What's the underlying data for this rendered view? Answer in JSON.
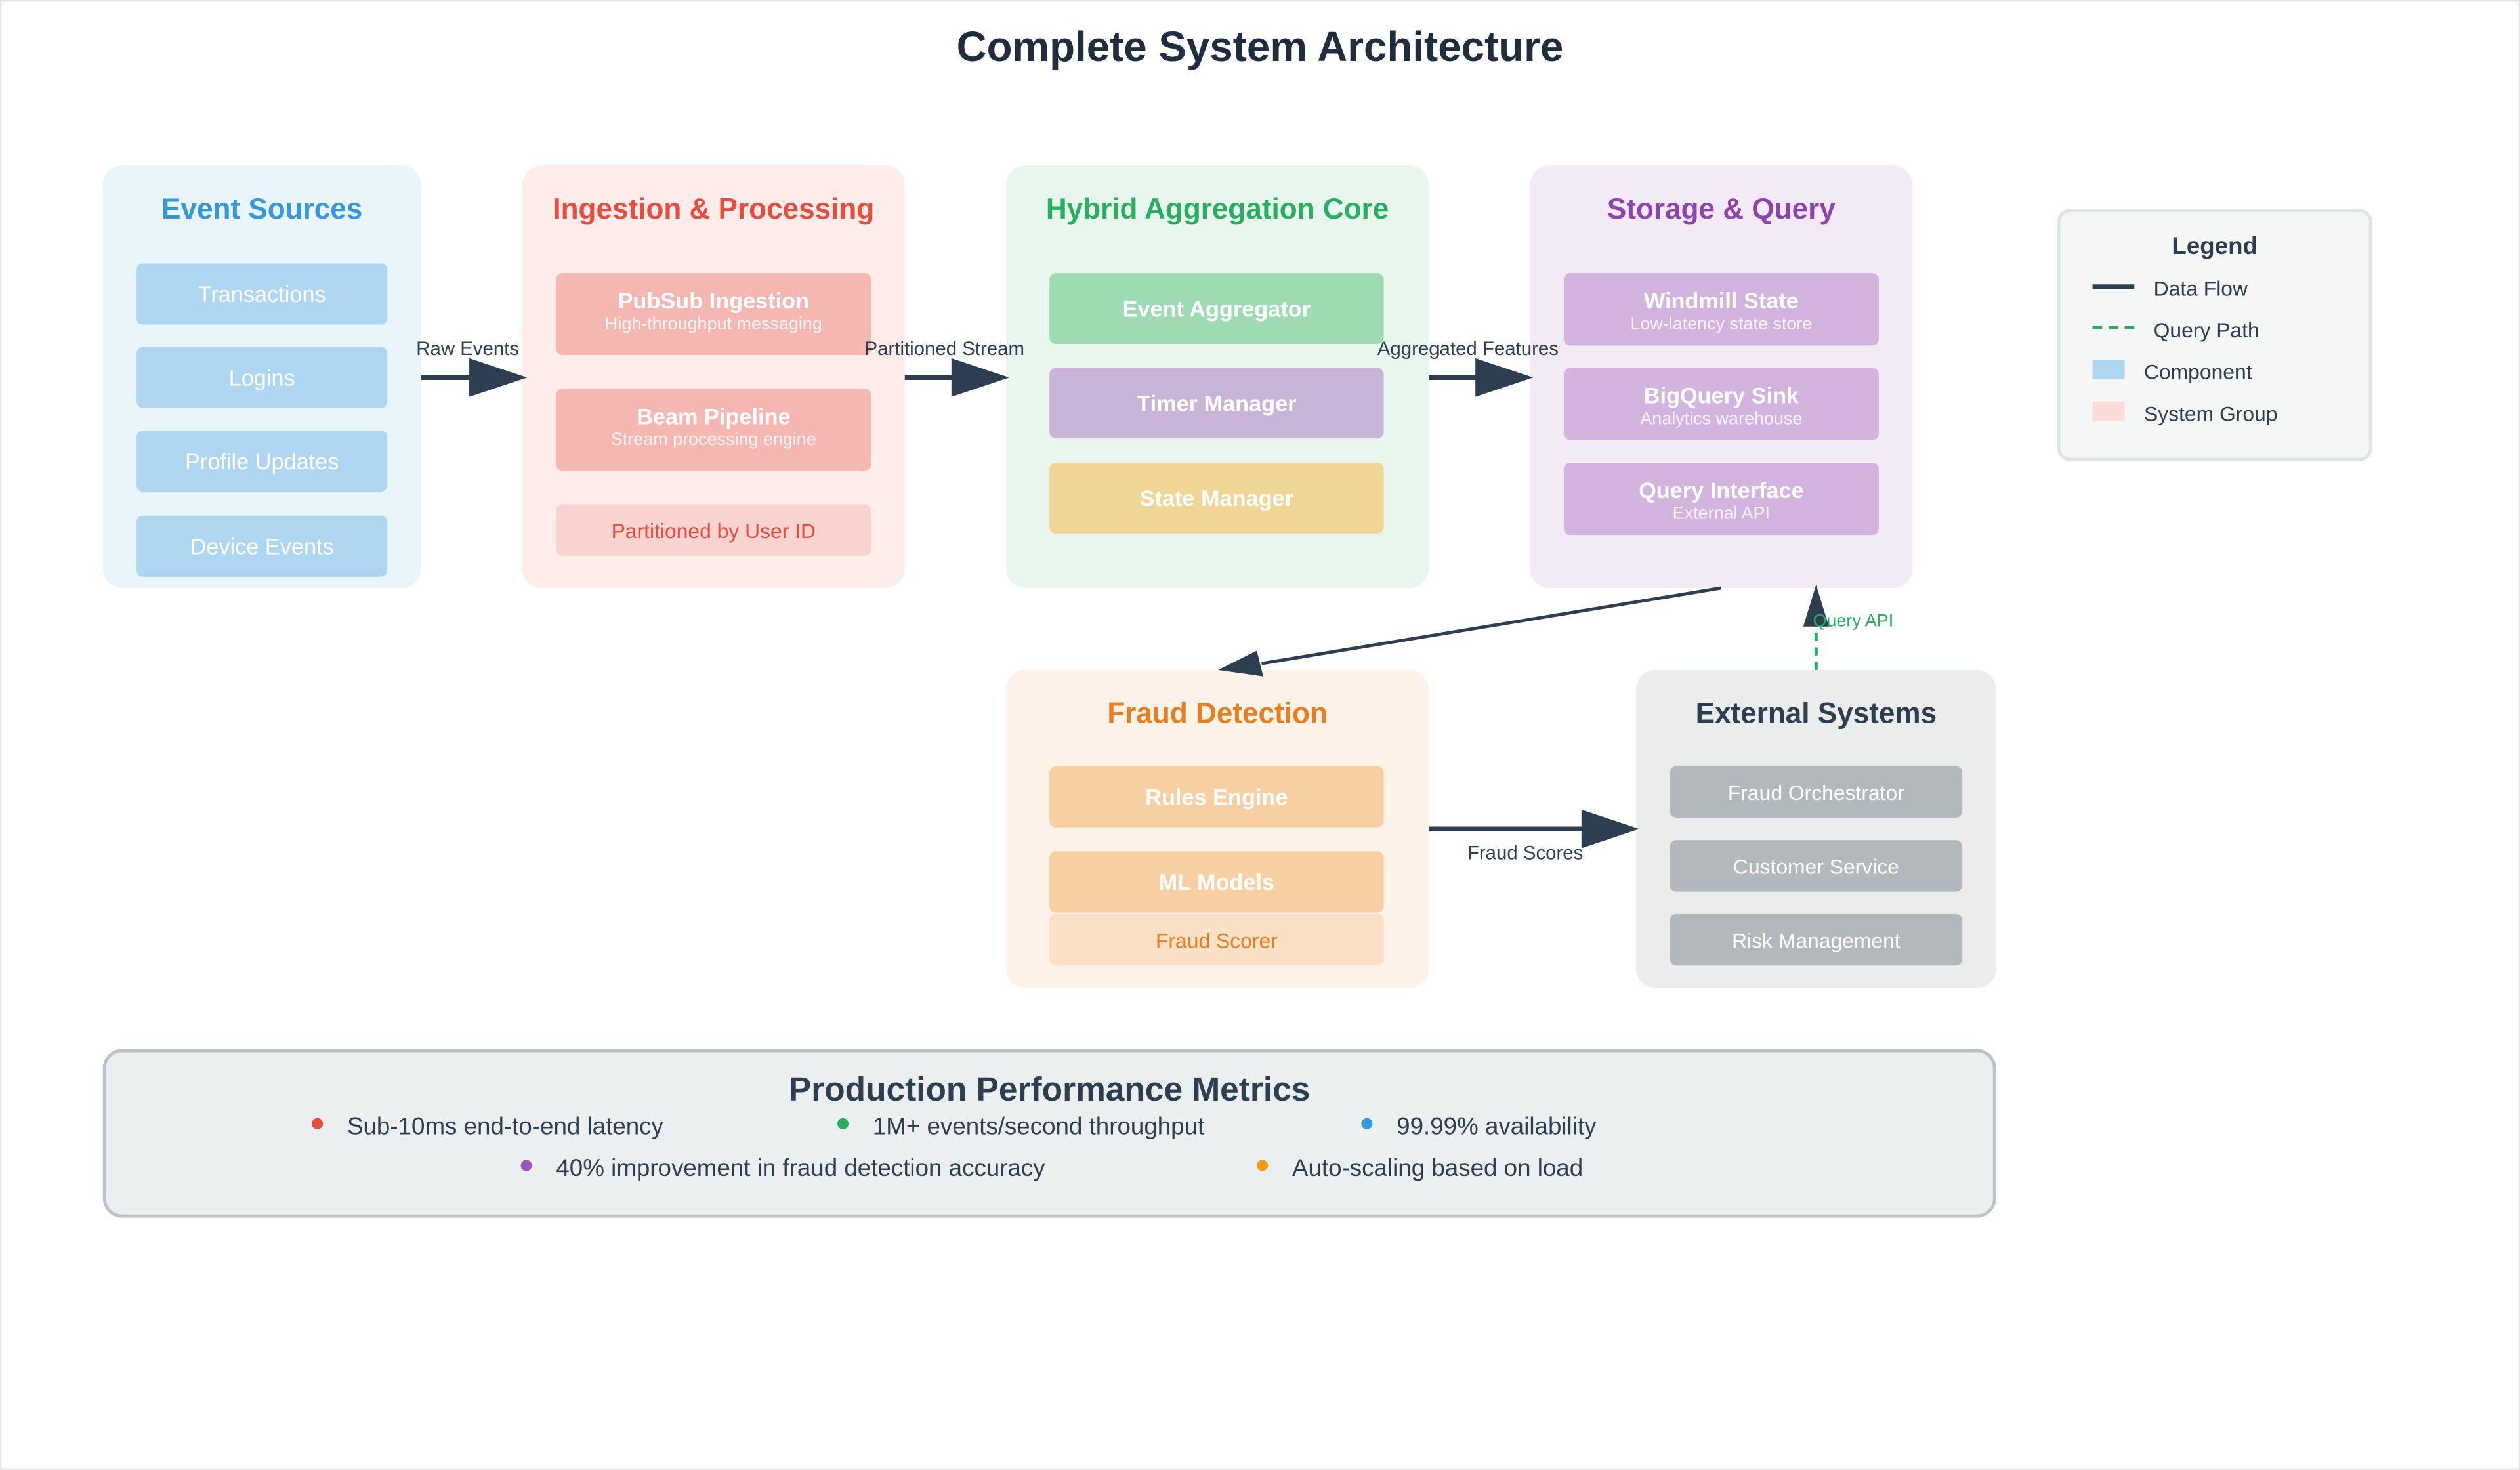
{
  "title": "Complete System Architecture",
  "groups": {
    "event_sources": {
      "title": "Event Sources",
      "items": [
        "Transactions",
        "Logins",
        "Profile Updates",
        "Device Events"
      ]
    },
    "ingestion": {
      "title": "Ingestion & Processing",
      "items": [
        {
          "name": "PubSub Ingestion",
          "sub": "High-throughput messaging"
        },
        {
          "name": "Beam Pipeline",
          "sub": "Stream processing engine"
        },
        {
          "name": "Partitioned by User ID"
        }
      ]
    },
    "aggregation": {
      "title": "Hybrid Aggregation Core",
      "items": [
        "Event Aggregator",
        "Timer Manager",
        "State Manager"
      ]
    },
    "storage": {
      "title": "Storage & Query",
      "items": [
        {
          "name": "Windmill State",
          "sub": "Low-latency state store"
        },
        {
          "name": "BigQuery Sink",
          "sub": "Analytics warehouse"
        },
        {
          "name": "Query Interface",
          "sub": "External API"
        }
      ]
    },
    "fraud": {
      "title": "Fraud Detection",
      "items": [
        "Rules Engine",
        "ML Models",
        "Fraud Scorer"
      ]
    },
    "external": {
      "title": "External Systems",
      "items": [
        "Fraud Orchestrator",
        "Customer Service",
        "Risk Management"
      ]
    }
  },
  "edges": {
    "raw_events": "Raw Events",
    "partitioned_stream": "Partitioned Stream",
    "aggregated_features": "Aggregated Features",
    "fraud_scores": "Fraud Scores",
    "query_api": "Query API"
  },
  "legend": {
    "title": "Legend",
    "items": [
      "Data Flow",
      "Query Path",
      "Component",
      "System Group"
    ]
  },
  "metrics": {
    "title": "Production Performance Metrics",
    "items": [
      {
        "text": "Sub-10ms end-to-end latency",
        "color": "#e74c3c"
      },
      {
        "text": "1M+ events/second throughput",
        "color": "#27ae60"
      },
      {
        "text": "99.99% availability",
        "color": "#3498db"
      },
      {
        "text": "40% improvement in fraud detection accuracy",
        "color": "#9b59b6"
      },
      {
        "text": "Auto-scaling based on load",
        "color": "#f39c12"
      }
    ]
  },
  "colors": {
    "event_sources": "#3498db",
    "ingestion": "#e74c3c",
    "aggregation": "#27ae60",
    "storage": "#8e44ad",
    "fraud": "#e67e22",
    "external": "#2c3e50",
    "arrow": "#2c3e50",
    "query_path": "#27ae60"
  }
}
